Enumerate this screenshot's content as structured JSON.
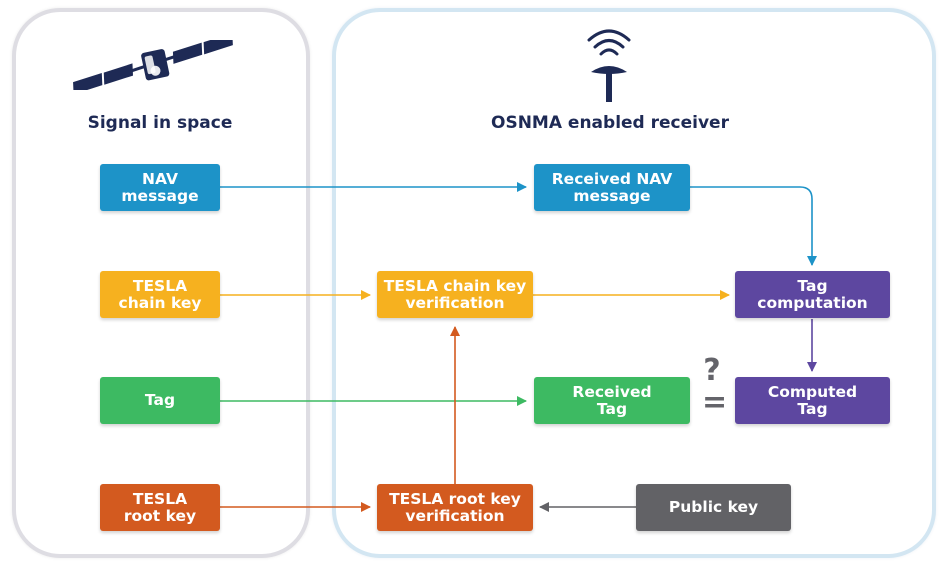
{
  "left_panel": {
    "title": "Signal in space"
  },
  "right_panel": {
    "title": "OSNMA enabled receiver"
  },
  "boxes": {
    "nav_message": "NAV\nmessage",
    "tesla_chain_key": "TESLA\nchain key",
    "tag": "Tag",
    "tesla_root_key": "TESLA\nroot key",
    "received_nav_message": "Received NAV\nmessage",
    "tesla_chain_key_verification": "TESLA chain key\nverification",
    "received_tag": "Received\nTag",
    "tesla_root_key_verification": "TESLA root key\nverification",
    "tag_computation": "Tag\ncomputation",
    "computed_tag": "Computed\nTag",
    "public_key": "Public key"
  },
  "comparison": {
    "question": "?",
    "equals": "="
  },
  "icons": {
    "satellite": "satellite-icon",
    "receiver": "gnss-antenna-icon"
  },
  "colors": {
    "navigation": "#1d93c8",
    "chain_key": "#f6b11f",
    "tag": "#3dba62",
    "root_key": "#d35a1f",
    "receiver_processing": "#5d47a0",
    "public_key": "#626266"
  }
}
